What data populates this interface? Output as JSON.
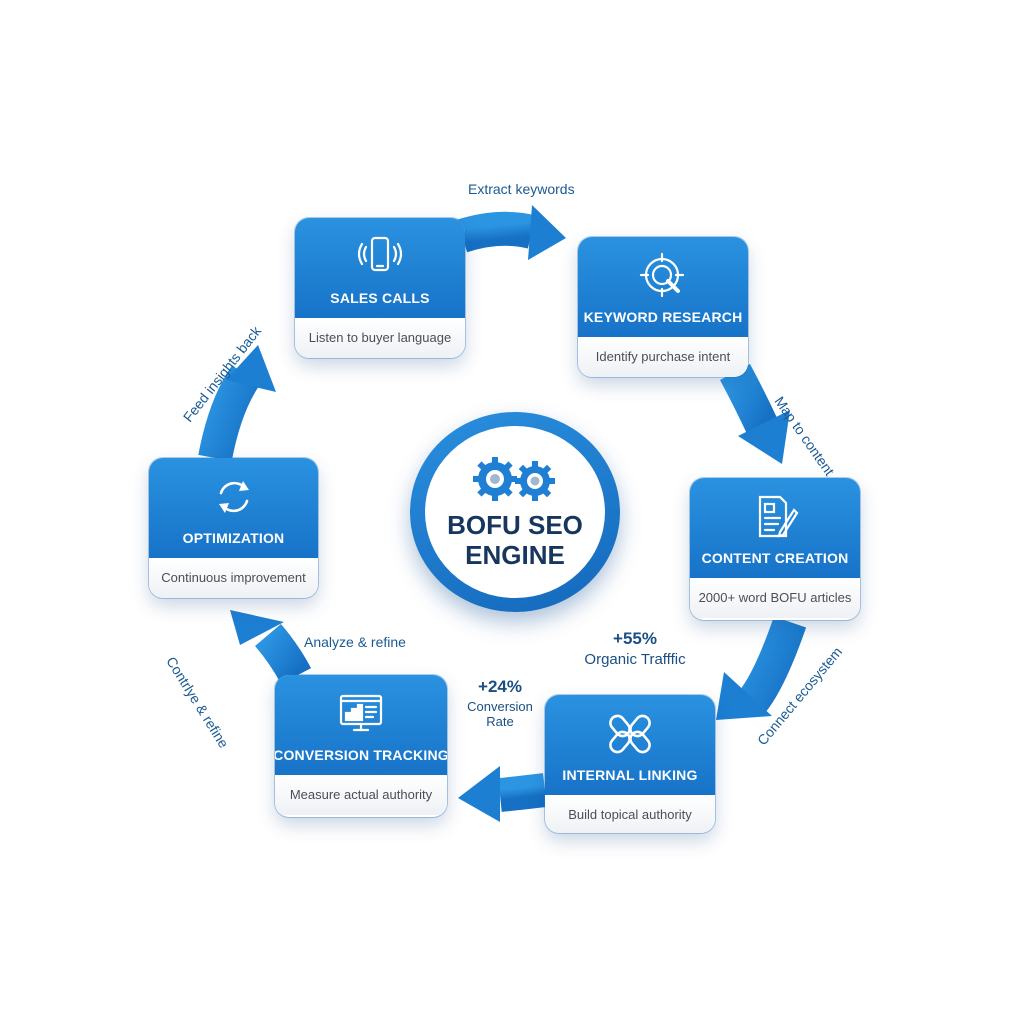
{
  "hub": {
    "title": "BOFU SEO ENGINE",
    "icon": "gears-icon"
  },
  "stages": [
    {
      "id": "sales-calls",
      "title": "SALES CALLS",
      "description": "Listen to buyer language",
      "icon": "phone-icon"
    },
    {
      "id": "keyword-research",
      "title": "KEYWORD RESEARCH",
      "description": "Identify purchase intent",
      "icon": "target-search-icon"
    },
    {
      "id": "content-creation",
      "title": "CONTENT CREATION",
      "description": "2000+ word BOFU articles",
      "icon": "document-edit-icon"
    },
    {
      "id": "internal-linking",
      "title": "INTERNAL LINKING",
      "description": "Build topical authority",
      "icon": "chain-link-icon"
    },
    {
      "id": "conversion-tracking",
      "title": "CONVERSION TRACKING",
      "description": "Measure actual authority",
      "icon": "analytics-monitor-icon"
    },
    {
      "id": "optimization",
      "title": "OPTIMIZATION",
      "description": "Continuous improvement",
      "icon": "refresh-cycle-icon"
    }
  ],
  "edges": {
    "extract_keywords": "Extract keywords",
    "map_to_content": "Map to content",
    "connect_ecosystem": "Connect ecosystem",
    "analyze_refine": "Analyze & refine",
    "continue_refine": "Contrlye & refine",
    "feed_insights_back": "Feed insights back"
  },
  "metrics": {
    "organic": {
      "value": "+55%",
      "label": "Organic Trafffic"
    },
    "conversion": {
      "value": "+24%",
      "label_line1": "Conversion",
      "label_line2": "Rate"
    }
  },
  "colors": {
    "primary": "#1f84d6",
    "primary_dark": "#1468bc",
    "text_dark": "#17365e",
    "label_blue": "#1a5a92"
  }
}
